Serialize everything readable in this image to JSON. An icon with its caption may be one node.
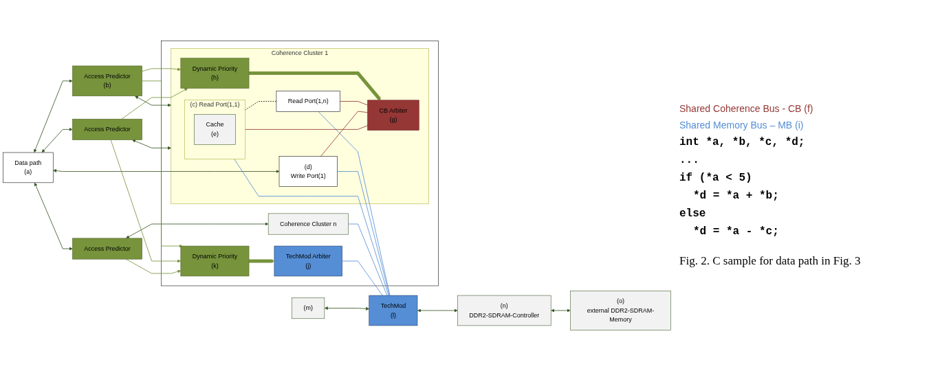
{
  "diagram": {
    "caption": "Fig. 2. C sample for data path in Fig. 3",
    "nodes": [
      {
        "text": [
          "Data path",
          "(a)"
        ]
      },
      {
        "text": [
          "Access Predictor",
          "(b)"
        ]
      },
      {
        "text": [
          "Access Predictor"
        ]
      },
      {
        "text": [
          "Access Predictor"
        ]
      },
      {
        "text": [],
        "shape": "box"
      },
      {
        "text": [
          "Coherence Cluster 1"
        ],
        "in": 4
      },
      {
        "text": [
          "(c)",
          "Read Port(1,1)"
        ],
        "in": 5
      },
      {
        "text": [
          "Cache",
          "(e)"
        ],
        "in": 6
      },
      {
        "text": [
          "Read Port(1,n)"
        ],
        "in": 5
      },
      {
        "text": [
          "(d)",
          "Write Port(1)"
        ],
        "in": 5
      },
      {
        "text": [
          "CB Arbiter",
          "(g)"
        ],
        "in": 5
      },
      {
        "text": [
          "Dynamic Priority",
          "(h)"
        ],
        "in": 5
      },
      {
        "text": [
          "TechMod Arbiter",
          "(j)"
        ],
        "in": 4
      },
      {
        "text": [
          "Dynamic Priority",
          "(k)"
        ],
        "in": 4
      },
      {
        "text": [
          "Coherence Cluster n"
        ],
        "in": 4
      },
      {
        "text": [
          "TechMod",
          "(l)"
        ]
      },
      {
        "text": [
          "(m)"
        ]
      },
      {
        "text": [
          "(n)",
          "DDR2-SDRAM-Controller"
        ]
      },
      {
        "text": [
          "(o)",
          "external DDR2-SDRAM-Memory"
        ]
      }
    ],
    "edges": [
      {
        "from": 0,
        "to": 1,
        "arrow": "both"
      },
      {
        "from": 0,
        "to": 2,
        "arrow": "both"
      },
      {
        "from": 0,
        "to": 9,
        "arrow": "both"
      },
      {
        "from": 0,
        "to": 3,
        "arrow": "both"
      },
      {
        "from": 1,
        "to": 5,
        "arrow": "both"
      },
      {
        "from": 2,
        "to": 5,
        "arrow": "both"
      },
      {
        "from": 3,
        "to": 14,
        "arrow": "both"
      },
      {
        "from": 6,
        "to": 8,
        "arrow": "none",
        "style": "dashed",
        "color": "#000000"
      },
      {
        "from": 1,
        "to": 11,
        "arrow": "to",
        "color": "#77933c"
      },
      {
        "from": 2,
        "to": 11,
        "arrow": "to",
        "color": "#77933c"
      },
      {
        "from": 1,
        "to": 13,
        "arrow": "to",
        "color": "#77933c"
      },
      {
        "from": 2,
        "to": 13,
        "arrow": "to",
        "color": "#77933c"
      },
      {
        "from": 3,
        "to": 13,
        "arrow": "to",
        "color": "#77933c"
      },
      {
        "from": 11,
        "to": 10,
        "arrow": "to",
        "style": "thick",
        "color": "#77933c"
      },
      {
        "from": 13,
        "to": 12,
        "arrow": "to",
        "style": "thick",
        "color": "#77933c"
      },
      {
        "from": 6,
        "to": 10,
        "arrow": "none",
        "color": "#953735"
      },
      {
        "from": 8,
        "to": 10,
        "arrow": "none",
        "color": "#953735"
      },
      {
        "from": 9,
        "to": 10,
        "arrow": "none",
        "color": "#953735"
      },
      {
        "from": 6,
        "to": 15,
        "arrow": "none",
        "color": "#558ed5"
      },
      {
        "from": 8,
        "to": 15,
        "arrow": "none",
        "color": "#558ed5"
      },
      {
        "from": 9,
        "to": 15,
        "arrow": "none",
        "color": "#558ed5"
      },
      {
        "from": 14,
        "to": 15,
        "arrow": "none",
        "color": "#558ed5"
      },
      {
        "from": 12,
        "to": 15,
        "arrow": "none",
        "color": "#558ed5"
      },
      {
        "from": 16,
        "to": 15,
        "arrow": "both"
      },
      {
        "from": 15,
        "to": 17,
        "arrow": "both"
      },
      {
        "from": 17,
        "to": 18,
        "arrow": "both"
      }
    ],
    "labels": [
      "Shared Coherence Bus - CB (f)",
      "Shared Memory Bus – MB (i)",
      "int *a, *b, *c, *d;",
      "...",
      "if (*a < 5)",
      "*d = *a + *b;",
      "else",
      "*d = *a - *c;"
    ]
  }
}
